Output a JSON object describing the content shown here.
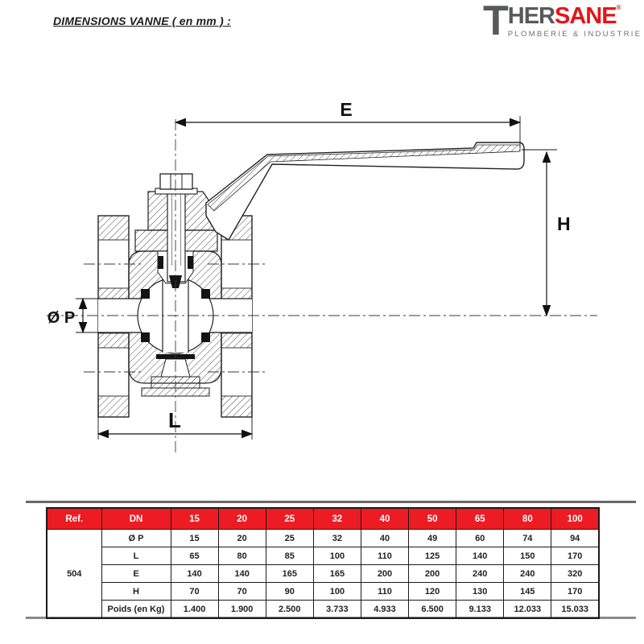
{
  "page": {
    "title": "DIMENSIONS VANNE ( en mm ) :"
  },
  "logo": {
    "initial": "T",
    "brand_gray_part": "HER",
    "brand_red_part": "SANE",
    "registered_mark": "®",
    "tagline": "PLOMBERIE & INDUSTRIE",
    "color_gray": "#58595b",
    "color_red": "#e3151b"
  },
  "drawing": {
    "labels": {
      "e": "E",
      "h": "H",
      "dia_p": "Ø P",
      "l": "L"
    }
  },
  "table": {
    "header_bg": "#ed1c24",
    "ref_header": "Ref.",
    "ref_value": "504",
    "dn_header": "DN",
    "dn_values": [
      "15",
      "20",
      "25",
      "32",
      "40",
      "50",
      "65",
      "80",
      "100"
    ],
    "rows": [
      {
        "label": "Ø P",
        "values": [
          "15",
          "20",
          "25",
          "32",
          "40",
          "49",
          "60",
          "74",
          "94"
        ]
      },
      {
        "label": "L",
        "values": [
          "65",
          "80",
          "85",
          "100",
          "110",
          "125",
          "140",
          "150",
          "170"
        ]
      },
      {
        "label": "E",
        "values": [
          "140",
          "140",
          "165",
          "165",
          "200",
          "200",
          "240",
          "240",
          "320"
        ]
      },
      {
        "label": "H",
        "values": [
          "70",
          "70",
          "90",
          "100",
          "110",
          "120",
          "130",
          "145",
          "170"
        ]
      },
      {
        "label": "Poids (en Kg)",
        "values": [
          "1.400",
          "1.900",
          "2.500",
          "3.733",
          "4.933",
          "6.500",
          "9.133",
          "12.033",
          "15.033"
        ]
      }
    ]
  }
}
